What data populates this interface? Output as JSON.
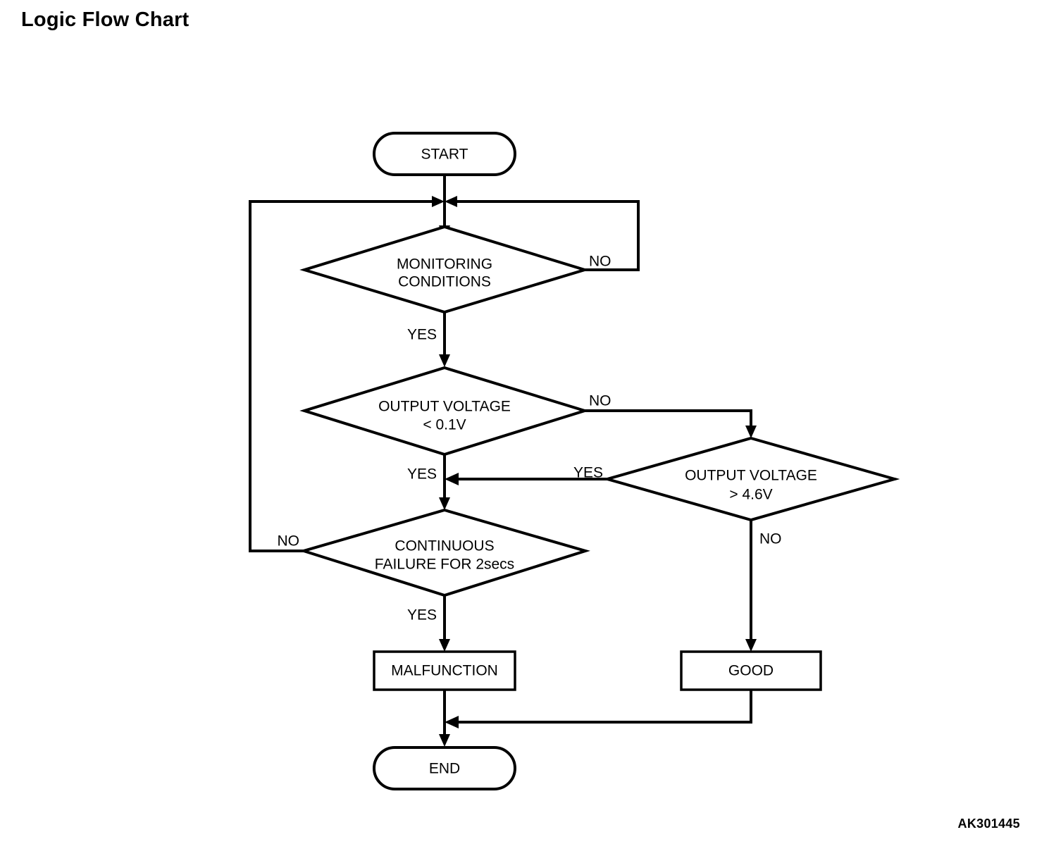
{
  "page": {
    "title": "Logic Flow Chart",
    "watermark": "AK301445",
    "background_color": "#ffffff",
    "line_color": "#000000"
  },
  "chart_data": {
    "type": "diagram",
    "diagram_kind": "flowchart",
    "title": "Logic Flow Chart",
    "orientation": "top-to-bottom",
    "nodes": [
      {
        "id": "start",
        "shape": "terminator",
        "label": "START"
      },
      {
        "id": "monitoring",
        "shape": "decision",
        "label_line1": "MONITORING",
        "label_line2": "CONDITIONS"
      },
      {
        "id": "volt_low",
        "shape": "decision",
        "label_line1": "OUTPUT VOLTAGE",
        "label_line2": "< 0.1V"
      },
      {
        "id": "volt_high",
        "shape": "decision",
        "label_line1": "OUTPUT VOLTAGE",
        "label_line2": "> 4.6V"
      },
      {
        "id": "continuous",
        "shape": "decision",
        "label_line1": "CONTINUOUS",
        "label_line2": "FAILURE FOR 2secs"
      },
      {
        "id": "malfunction",
        "shape": "process",
        "label": "MALFUNCTION"
      },
      {
        "id": "good",
        "shape": "process",
        "label": "GOOD"
      },
      {
        "id": "end",
        "shape": "terminator",
        "label": "END"
      }
    ],
    "edges": [
      {
        "from": "start",
        "to": "monitoring",
        "label": ""
      },
      {
        "from": "monitoring",
        "to": "start_join",
        "label": "NO"
      },
      {
        "from": "monitoring",
        "to": "volt_low",
        "label": "YES"
      },
      {
        "from": "volt_low",
        "to": "volt_high",
        "label": "NO"
      },
      {
        "from": "volt_low",
        "to": "continuous",
        "label": "YES"
      },
      {
        "from": "volt_high",
        "to": "continuous",
        "label": "YES"
      },
      {
        "from": "volt_high",
        "to": "good",
        "label": "NO"
      },
      {
        "from": "continuous",
        "to": "start_join",
        "label": "NO"
      },
      {
        "from": "continuous",
        "to": "malfunction",
        "label": "YES"
      },
      {
        "from": "malfunction",
        "to": "end",
        "label": ""
      },
      {
        "from": "good",
        "to": "end",
        "label": ""
      }
    ]
  },
  "labels": {
    "start": "START",
    "end": "END",
    "monitoring_l1": "MONITORING",
    "monitoring_l2": "CONDITIONS",
    "volt_low_l1": "OUTPUT VOLTAGE",
    "volt_low_l2": "< 0.1V",
    "volt_high_l1": "OUTPUT VOLTAGE",
    "volt_high_l2": "> 4.6V",
    "continuous_l1": "CONTINUOUS",
    "continuous_l2": "FAILURE FOR 2secs",
    "malfunction": "MALFUNCTION",
    "good": "GOOD"
  },
  "edge_labels": {
    "monitoring_no": "NO",
    "monitoring_yes": "YES",
    "volt_low_no": "NO",
    "volt_low_yes": "YES",
    "volt_high_yes": "YES",
    "volt_high_no": "NO",
    "continuous_no": "NO",
    "continuous_yes": "YES"
  }
}
